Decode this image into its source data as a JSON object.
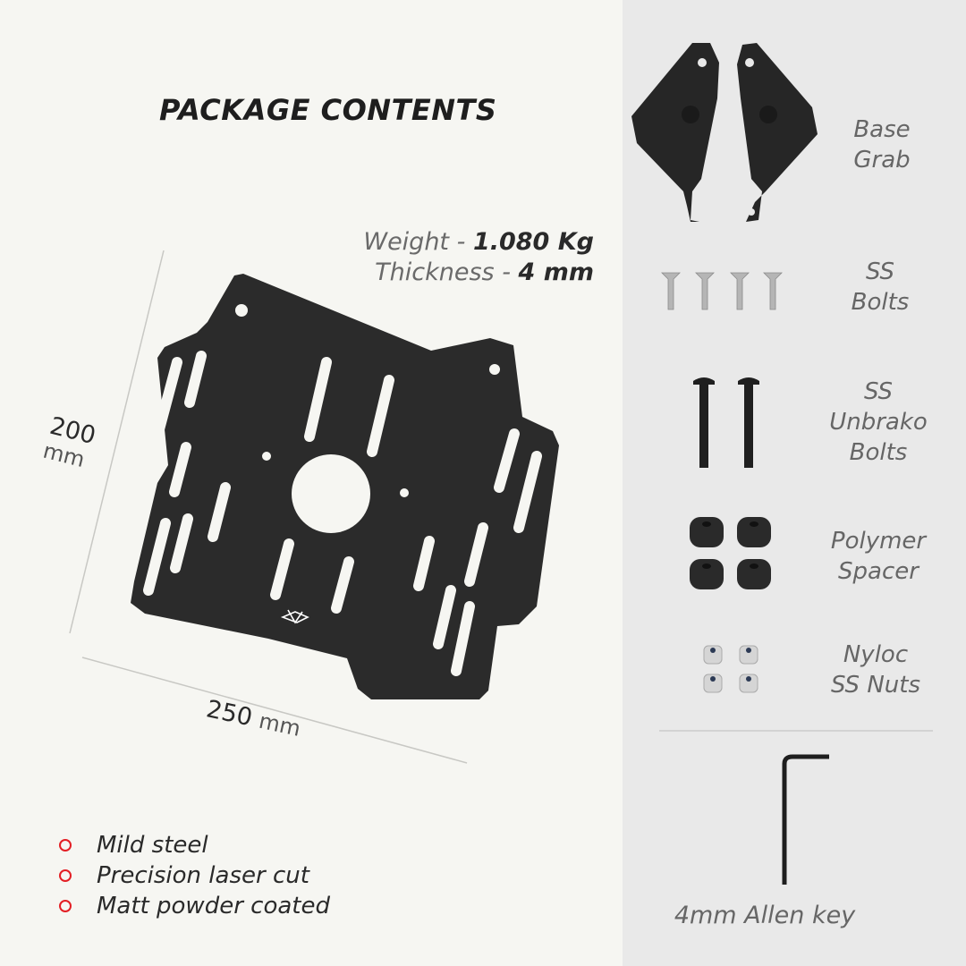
{
  "title": "PACKAGE CONTENTS",
  "specs": {
    "weight_label": "Weight - ",
    "weight_value": "1.080 Kg",
    "thickness_label": "Thickness - ",
    "thickness_value": "4 mm"
  },
  "dimensions": {
    "height_value": "200",
    "height_unit": "mm",
    "width_value": "250",
    "width_unit": "mm"
  },
  "features": [
    {
      "icon": "circle-bullet-icon",
      "label": "Mild steel"
    },
    {
      "icon": "circle-bullet-icon",
      "label": "Precision laser cut"
    },
    {
      "icon": "circle-bullet-icon",
      "label": "Matt powder coated"
    }
  ],
  "contents": [
    {
      "icon": "base-grab-bracket-icon",
      "line1": "Base",
      "line2": "Grab",
      "line3": ""
    },
    {
      "icon": "countersunk-bolt-icon",
      "line1": "SS",
      "line2": "Bolts",
      "line3": ""
    },
    {
      "icon": "unbrako-bolt-icon",
      "line1": "SS",
      "line2": "Unbrako",
      "line3": "Bolts"
    },
    {
      "icon": "polymer-spacer-icon",
      "line1": "Polymer",
      "line2": "Spacer",
      "line3": ""
    },
    {
      "icon": "nyloc-nut-icon",
      "line1": "Nyloc",
      "line2": "SS Nuts",
      "line3": ""
    },
    {
      "icon": "allen-key-icon",
      "line1": "4mm Allen key"
    }
  ],
  "colors": {
    "left_background": "#f6f6f2",
    "right_background": "#e9e9e9",
    "bullet_red": "#e31e24",
    "plate_black": "#2b2b2b",
    "title_text": "#1e1e1e",
    "label_gray": "#666666"
  }
}
